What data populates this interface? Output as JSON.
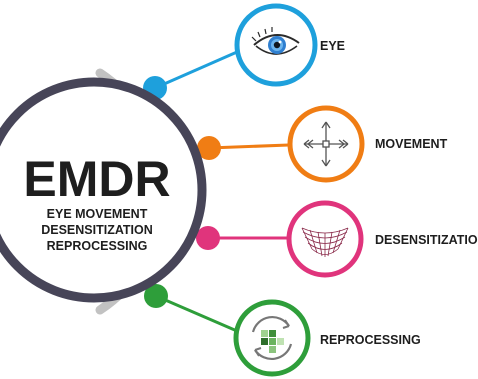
{
  "center": {
    "title": "EMDR",
    "subtitle_lines": [
      "EYE MOVEMENT",
      "DESENSITIZATION",
      "REPROCESSING"
    ]
  },
  "branches": [
    {
      "label": "EYE",
      "color": "#1ea0dc",
      "icon": "eye-icon"
    },
    {
      "label": "MOVEMENT",
      "color": "#f07d14",
      "icon": "four-way-arrows-icon"
    },
    {
      "label": "DESENSITIZATION",
      "color": "#e0347c",
      "icon": "mesh-surface-icon"
    },
    {
      "label": "REPROCESSING",
      "color": "#2e9e3a",
      "icon": "cycle-blocks-icon"
    }
  ],
  "colors": {
    "center_ring": "#474558",
    "outer_arc": "#c2c2c2",
    "text": "#1e1e1e"
  }
}
